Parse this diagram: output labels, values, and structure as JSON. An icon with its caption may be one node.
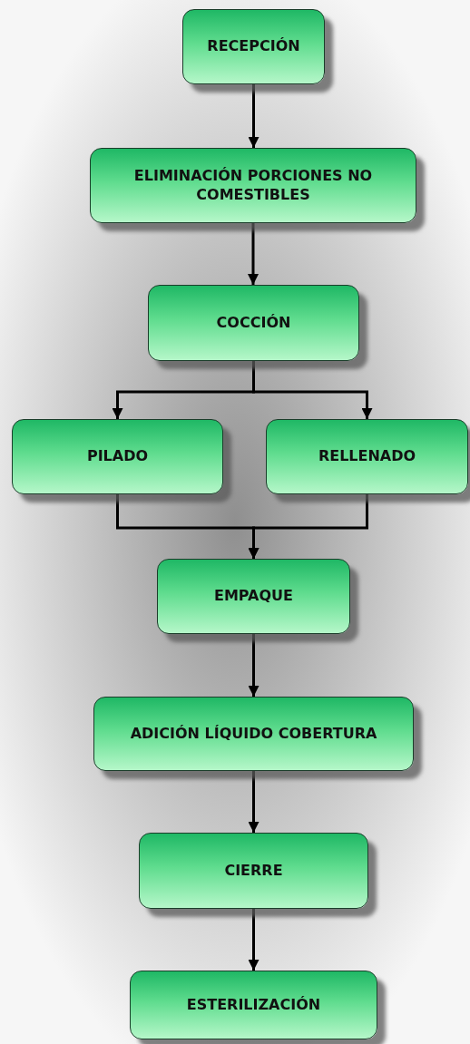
{
  "diagram": {
    "nodes": [
      {
        "text": [
          "RECEPCIÓN"
        ]
      },
      {
        "text": [
          "ELIMINACIÓN PORCIONES NO COMESTIBLES"
        ]
      },
      {
        "text": [
          "COCCIÓN"
        ]
      },
      {
        "text": [
          "PILADO"
        ]
      },
      {
        "text": [
          "RELLENADO"
        ]
      },
      {
        "text": [
          "EMPAQUE"
        ]
      },
      {
        "text": [
          "ADICIÓN LÍQUIDO COBERTURA"
        ]
      },
      {
        "text": [
          "CIERRE"
        ]
      },
      {
        "text": [
          "ESTERILIZACIÓN"
        ]
      }
    ],
    "edges": [
      {
        "from": 0,
        "to": 1,
        "arrow": "to"
      },
      {
        "from": 1,
        "to": 2,
        "arrow": "to"
      },
      {
        "from": 2,
        "to": 3,
        "arrow": "to"
      },
      {
        "from": 2,
        "to": 4,
        "arrow": "to"
      },
      {
        "from": 3,
        "to": 5,
        "arrow": "to"
      },
      {
        "from": 4,
        "to": 5,
        "arrow": "to"
      },
      {
        "from": 5,
        "to": 6,
        "arrow": "to"
      },
      {
        "from": 6,
        "to": 7,
        "arrow": "to"
      },
      {
        "from": 7,
        "to": 8,
        "arrow": "to"
      }
    ]
  }
}
